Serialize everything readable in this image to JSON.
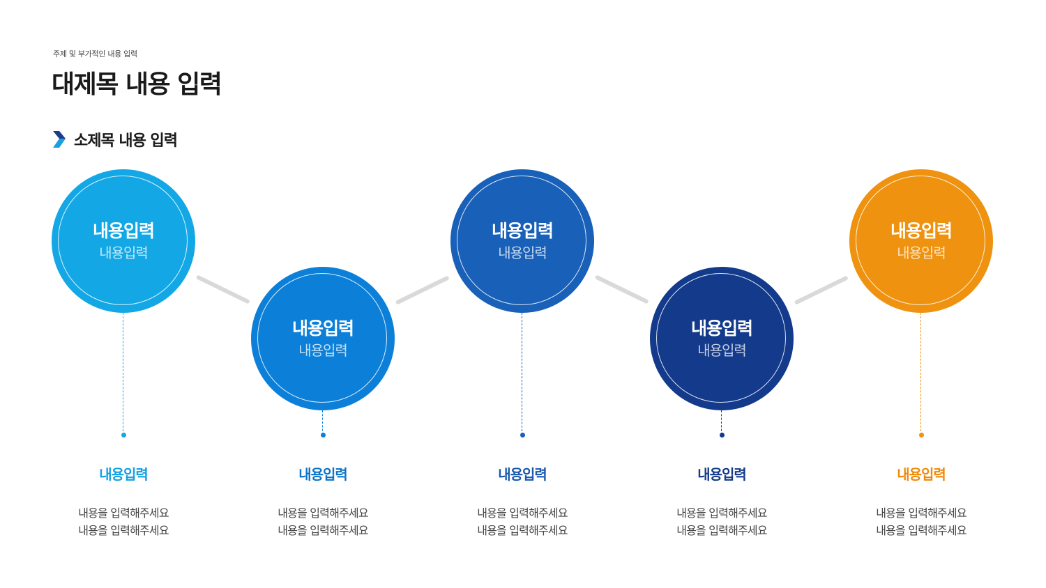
{
  "header": {
    "topic": "주제 및 부가적인 내용 입력",
    "title": "대제목 내용 입력",
    "subtitle": "소제목 내용 입력"
  },
  "colors": {
    "connector": "#d9d9d9",
    "chevron_dark": "#1b3d8c",
    "chevron_light": "#1aa0e0"
  },
  "steps": [
    {
      "circle_title": "내용입력",
      "circle_sub": "내용입력",
      "label": "내용입력",
      "desc_line1": "내용을 입력해주세요",
      "desc_line2": "내용을 입력해주세요",
      "color": "#13a8e5",
      "label_color": "#13a0e0"
    },
    {
      "circle_title": "내용입력",
      "circle_sub": "내용입력",
      "label": "내용입력",
      "desc_line1": "내용을 입력해주세요",
      "desc_line2": "내용을 입력해주세요",
      "color": "#0c80d8",
      "label_color": "#0c74c8"
    },
    {
      "circle_title": "내용입력",
      "circle_sub": "내용입력",
      "label": "내용입력",
      "desc_line1": "내용을 입력해주세요",
      "desc_line2": "내용을 입력해주세요",
      "color": "#1860b8",
      "label_color": "#1858ad"
    },
    {
      "circle_title": "내용입력",
      "circle_sub": "내용입력",
      "label": "내용입력",
      "desc_line1": "내용을 입력해주세요",
      "desc_line2": "내용을 입력해주세요",
      "color": "#143a8c",
      "label_color": "#143a8c"
    },
    {
      "circle_title": "내용입력",
      "circle_sub": "내용입력",
      "label": "내용입력",
      "desc_line1": "내용을 입력해주세요",
      "desc_line2": "내용을 입력해주세요",
      "color": "#ef920f",
      "label_color": "#ef8a0a"
    }
  ]
}
